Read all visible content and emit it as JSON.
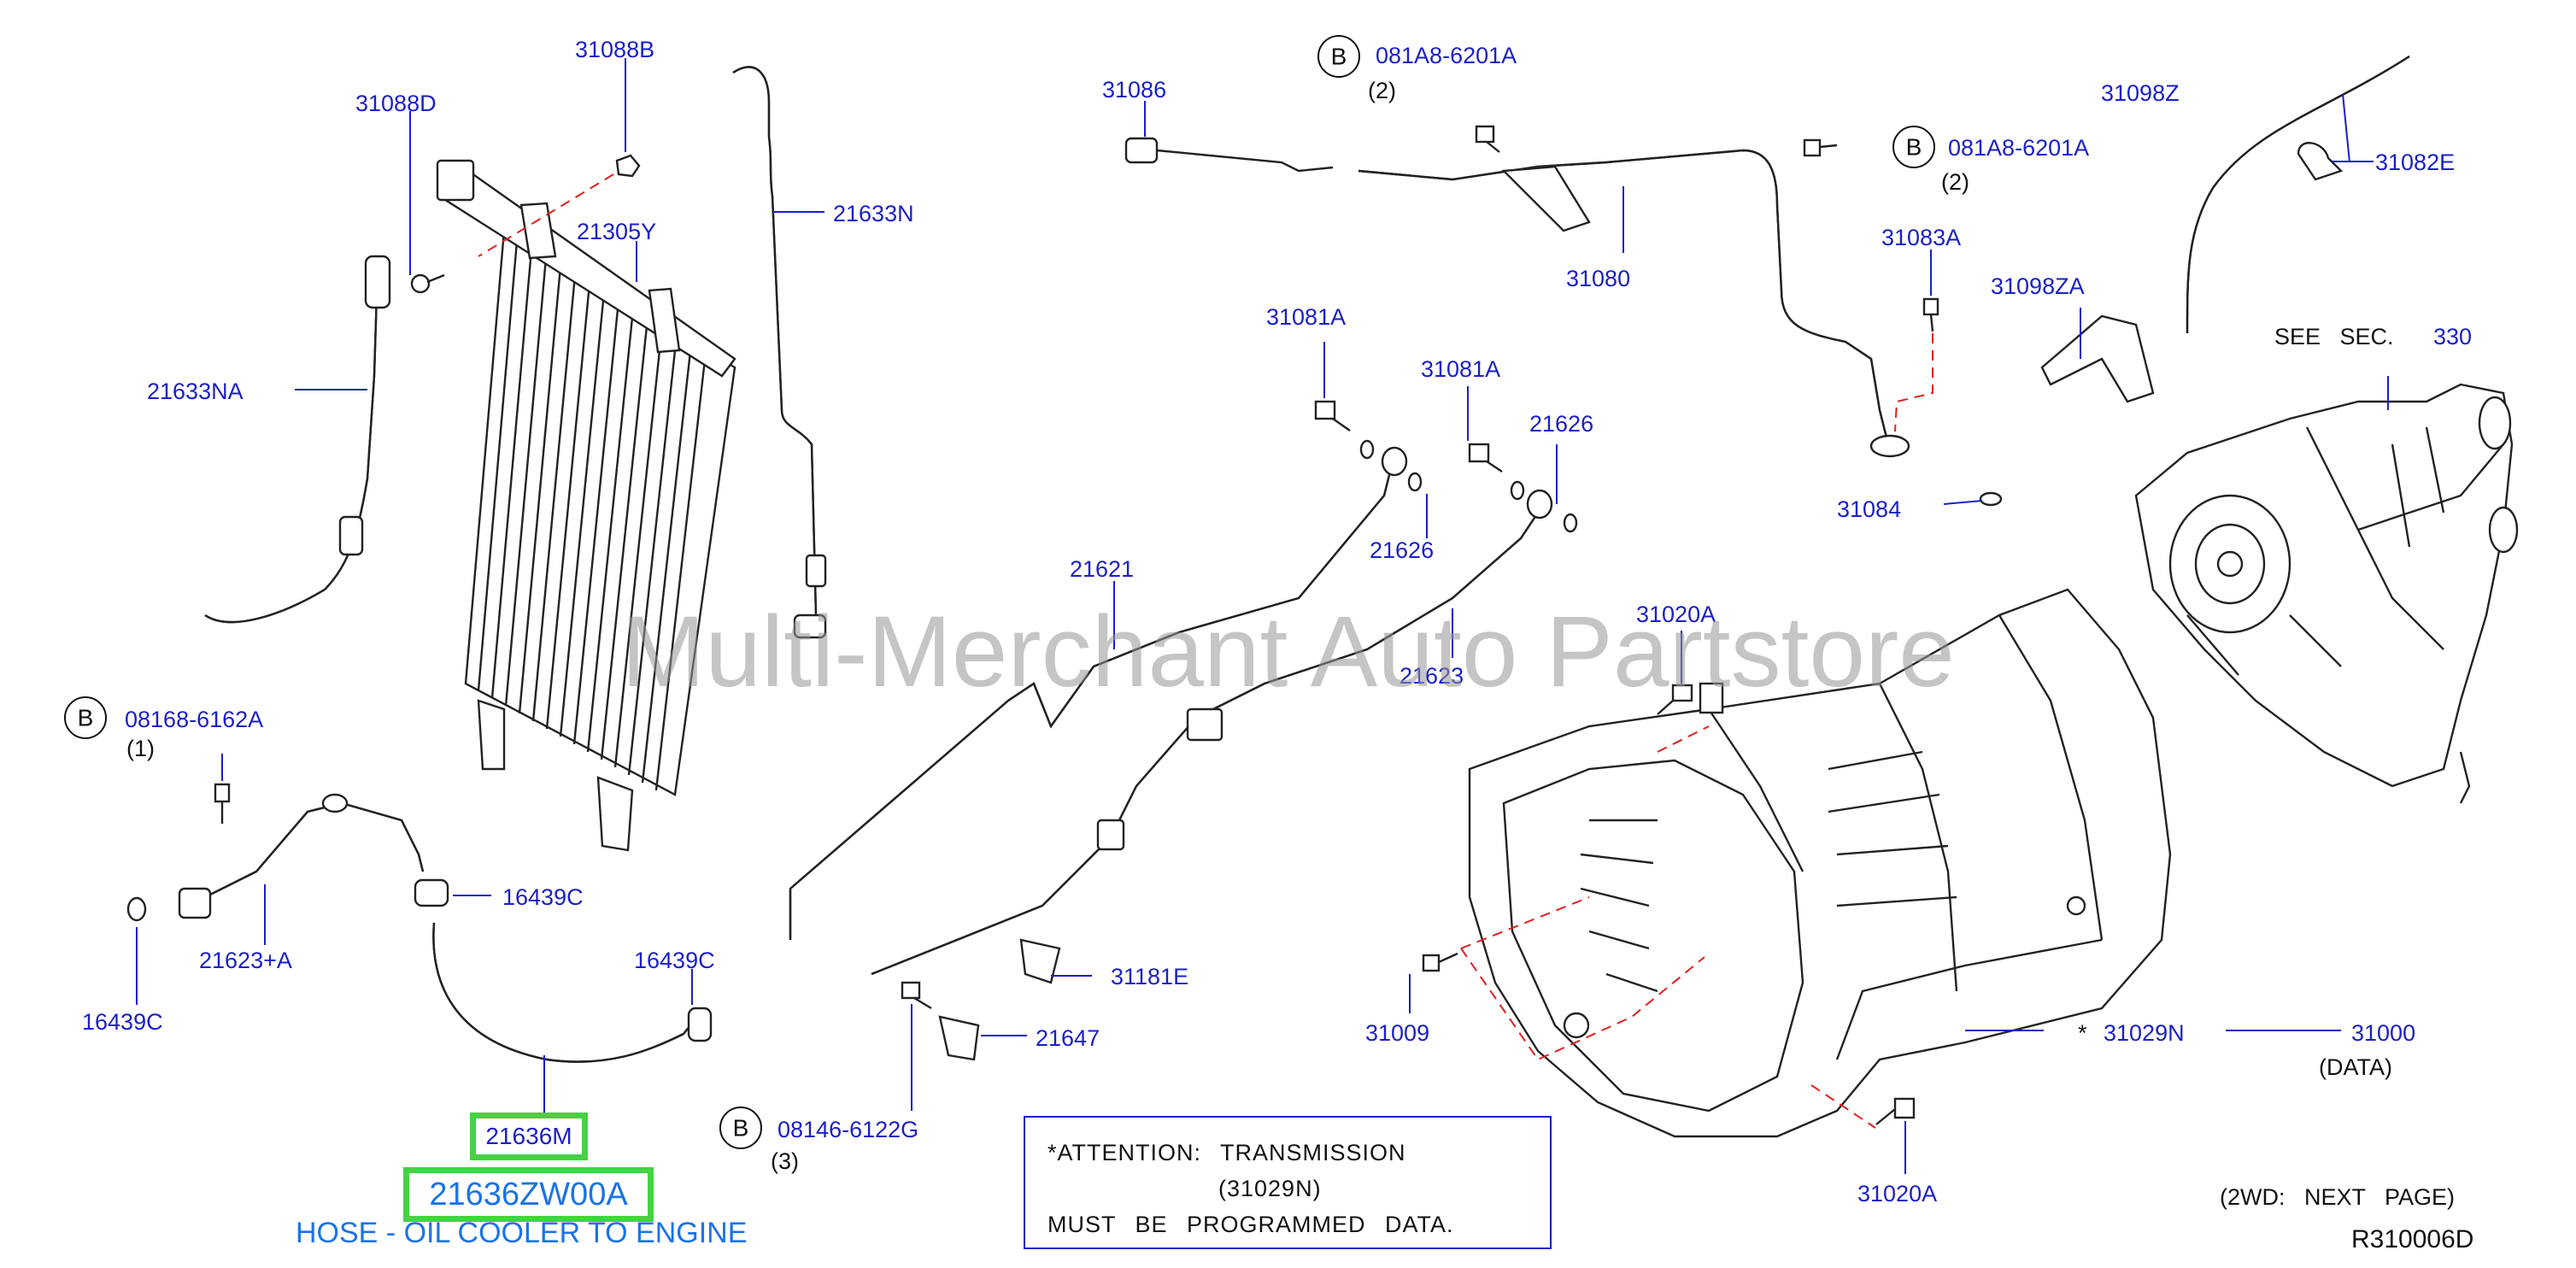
{
  "callouts": {
    "p31088B": "31088B",
    "p31088D": "31088D",
    "p21305Y": "21305Y",
    "p21633N": "21633N",
    "p21633NA": "21633NA",
    "p08168": "08168-6162A",
    "q1": "(1)",
    "p16439C_a": "16439C",
    "p21623A": "21623+A",
    "p16439C_b": "16439C",
    "p16439C_c": "16439C",
    "p08146": "08146-6122G",
    "q3": "(3)",
    "p31086": "31086",
    "p081A8_a": "081A8-6201A",
    "q2a": "(2)",
    "p31080": "31080",
    "p081A8_b": "081A8-6201A",
    "q2b": "(2)",
    "p31098Z": "31098Z",
    "p31082E": "31082E",
    "p31083A": "31083A",
    "p31098ZA": "31098ZA",
    "p31084": "31084",
    "p31081A_a": "31081A",
    "p31081A_b": "31081A",
    "p21626_a": "21626",
    "p21626_b": "21626",
    "p21621": "21621",
    "p21623": "21623",
    "p31020A_a": "31020A",
    "p31020A_b": "31020A",
    "p31181E": "31181E",
    "p21647": "21647",
    "p31009": "31009",
    "star": "*",
    "p31029N": "31029N",
    "p31000": "31000",
    "data_label": "(DATA)",
    "see_sec": "SEE   SEC.",
    "sec_num": "330"
  },
  "circle_letter": "B",
  "highlight": {
    "small": "21636M",
    "big": "21636ZW00A",
    "description": "HOSE - OIL COOLER TO ENGINE"
  },
  "attention": {
    "line1": "*ATTENTION:  TRANSMISSION",
    "line2": "(31029N)",
    "line3": "MUST  BE  PROGRAMMED  DATA."
  },
  "footer": {
    "next_page": "(2WD:   NEXT   PAGE)",
    "diagram_id": "R310006D"
  },
  "watermark": "Multi-Merchant Auto Partstore",
  "colors": {
    "callout_blue": "#1a1fc8",
    "highlight_green": "#46d146",
    "description_blue": "#1a73e8",
    "dashed_red": "#e02020"
  }
}
